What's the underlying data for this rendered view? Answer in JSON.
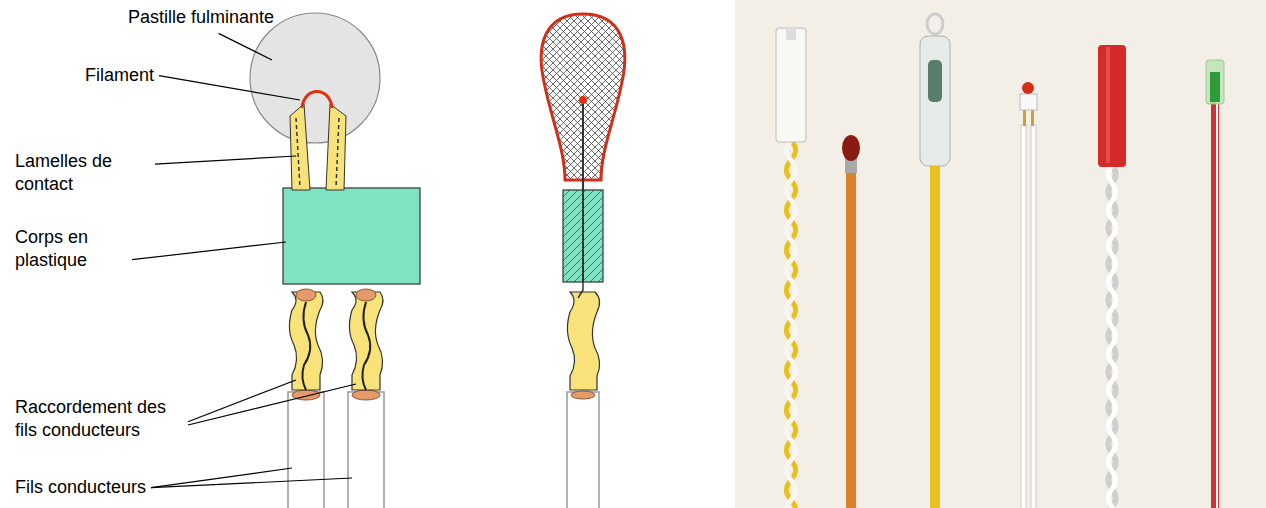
{
  "diagram": {
    "labels": [
      "Pastille fulminante",
      "Filament",
      "Lamelles de contact",
      "Corps en plastique",
      "Raccordement des fils conducteurs",
      "Fils conducteurs"
    ]
  }
}
